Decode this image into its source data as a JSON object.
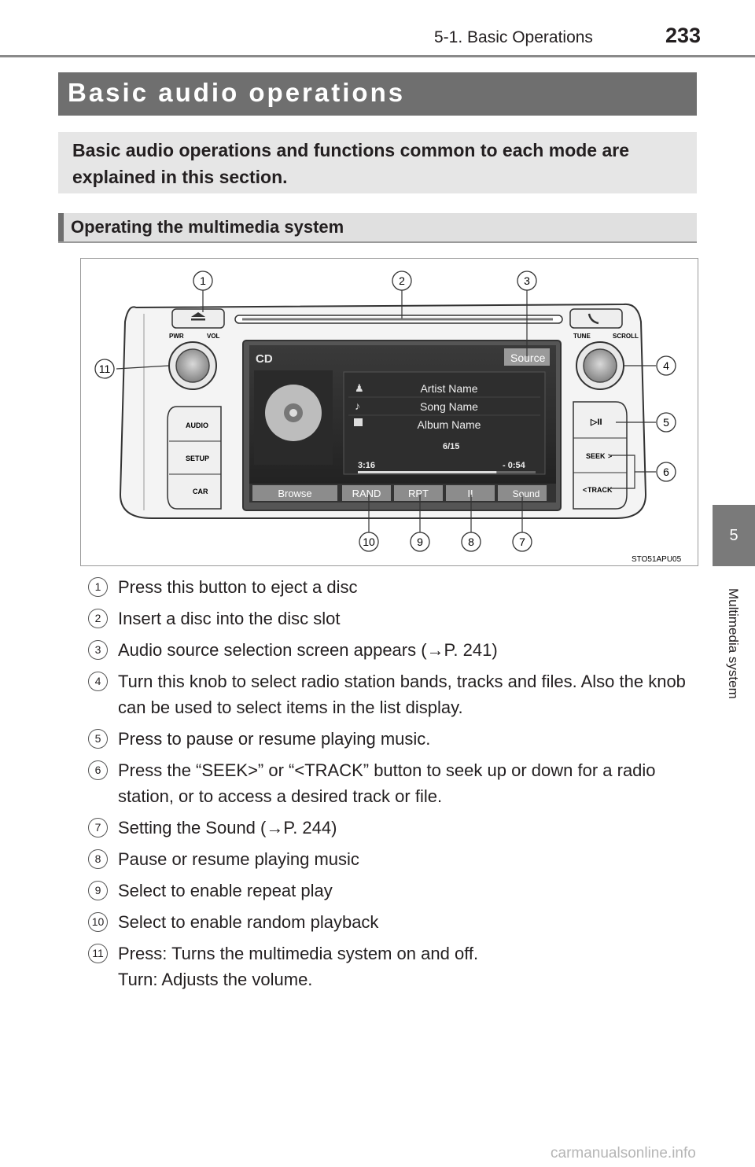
{
  "header": {
    "section": "5-1. Basic Operations",
    "page_number": "233"
  },
  "side_tab": {
    "chapter_number": "5",
    "chapter_label": "Multimedia system"
  },
  "title": "Basic audio operations",
  "intro": "Basic audio operations and functions common to each mode are explained in this section.",
  "subheading": "Operating the multimedia system",
  "figure": {
    "code": "STO51APU05",
    "labels": {
      "pwr": "PWR",
      "vol": "VOL",
      "tune": "TUNE",
      "scroll": "SCROLL",
      "audio": "AUDIO",
      "setup": "SETUP",
      "car": "CAR",
      "seek": "SEEK",
      "track": "TRACK"
    },
    "screen": {
      "mode": "CD",
      "source": "Source",
      "artist": "Artist Name",
      "song": "Song Name",
      "album": "Album Name",
      "track_count": "6/15",
      "elapsed": "3:16",
      "remaining": "- 0:54",
      "progress": 0.78
    },
    "buttons": {
      "browse": "Browse",
      "rand": "RAND",
      "rpt": "RPT",
      "pause": "II",
      "sound": "Sound"
    },
    "callouts": [
      "1",
      "2",
      "3",
      "4",
      "5",
      "6",
      "7",
      "8",
      "9",
      "10",
      "11"
    ]
  },
  "items": [
    {
      "num": "1",
      "text": "Press this button to eject a disc"
    },
    {
      "num": "2",
      "text": "Insert a disc into the disc slot"
    },
    {
      "num": "3",
      "text": "Audio source selection screen appears (→P. 241)"
    },
    {
      "num": "4",
      "text": "Turn this knob to select radio station bands, tracks and files. Also the knob can be used to select items in the list display."
    },
    {
      "num": "5",
      "text": "Press to pause or resume playing music."
    },
    {
      "num": "6",
      "text": "Press the “SEEK>” or “<TRACK” button to seek up or down for a radio station, or to access a desired track or file."
    },
    {
      "num": "7",
      "text": "Setting the Sound (→P. 244)"
    },
    {
      "num": "8",
      "text": "Pause or resume playing music"
    },
    {
      "num": "9",
      "text": "Select to enable repeat play"
    },
    {
      "num": "10",
      "text": "Select to enable random playback"
    },
    {
      "num": "11",
      "text": "Press: Turns the multimedia system on and off.",
      "text2": "Turn: Adjusts the volume."
    }
  ],
  "watermark": "carmanualsonline.info"
}
